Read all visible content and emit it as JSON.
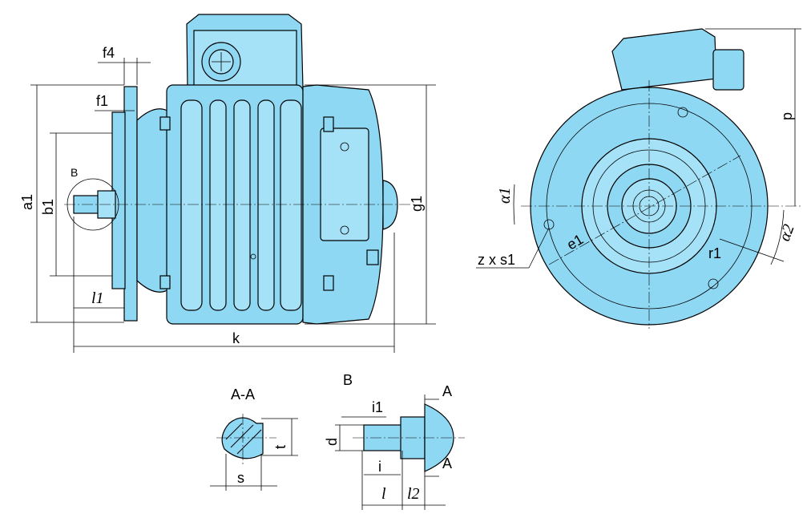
{
  "labels": {
    "a1": "a1",
    "b1": "b1",
    "f4": "f4",
    "f1": "f1",
    "B_marker": "B",
    "l1": "l1",
    "k": "k",
    "g1": "g1",
    "p": "p",
    "alpha1": "α1",
    "alpha2": "α2",
    "e1": "e1",
    "r1": "r1",
    "zxs1": "z x s1",
    "section_AA": "A-A",
    "s": "s",
    "t": "t",
    "B_detail": "B",
    "i1": "i1",
    "A_top": "A",
    "A_bottom": "A",
    "d": "d",
    "i": "i",
    "l": "l",
    "l2": "l2"
  },
  "colors": {
    "body_fill": "#8fd8f3",
    "body_light": "#a6e2f7",
    "line": "#000000",
    "background": "#ffffff"
  }
}
